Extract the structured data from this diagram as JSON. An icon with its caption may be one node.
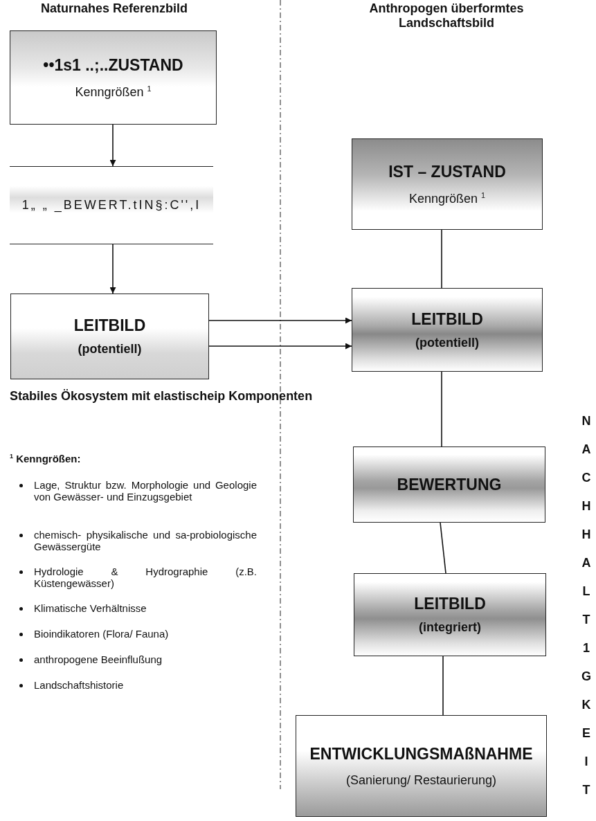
{
  "diagram": {
    "nodes": [
      {
        "text": [
          "••1s1 ..;..ZUSTAND",
          "Kenngrößen $^{1}$"
        ]
      },
      {
        "text": [
          "1„ „ _BEWERT.tIN§:C'',I"
        ]
      },
      {
        "text": [
          "LEITBILD",
          "(potentiell)"
        ]
      },
      {
        "text": [
          "IST – ZUSTAND",
          "Kenngrößen $^{1}$"
        ]
      },
      {
        "text": [
          "LEITBILD",
          "(potentiell)"
        ]
      },
      {
        "text": [
          "BEWERTUNG"
        ]
      },
      {
        "text": [
          "LEITBILD",
          "(integriert)"
        ]
      },
      {
        "text": [
          "ENTWICKLUNGSMAßNAHME",
          "(Sanierung/ Restaurierung)"
        ]
      }
    ],
    "edges": [
      {
        "from": 0,
        "to": 1,
        "arrow": "to"
      },
      {
        "from": 1,
        "to": 2,
        "arrow": "to"
      },
      {
        "from": 2,
        "to": 4,
        "arrow": "to"
      },
      {
        "from": 2,
        "to": 4,
        "arrow": "to"
      },
      {
        "from": 4,
        "to": 3,
        "arrow": "none"
      },
      {
        "from": 5,
        "to": 4,
        "arrow": "none"
      },
      {
        "from": 5,
        "to": 6,
        "arrow": "none"
      },
      {
        "from": 7,
        "to": 6,
        "arrow": "none"
      }
    ],
    "labels": [
      "Naturnahes Referenzbild",
      "Anthropogen überformtes Landschaftsbild",
      "Stabiles Ökosystem mit elastischeip Komponenten",
      "NACHHALT1GKEIT",
      "$^{1}$ Kenngrößen:",
      "Lage, Struktur bzw. Morphologie und Geologie von Gewässer- und Einzugsgebiet",
      "chemisch- physikalische und sa-probiologische Gewässergüte",
      "Hydrologie & Hydrographie (z.B. Küstengewässer)",
      "Klimatische Verhältnisse",
      "Bioindikatoren (Flora/ Fauna)",
      "anthropogene Beeinflußung",
      "Landschaftshistorie"
    ]
  }
}
